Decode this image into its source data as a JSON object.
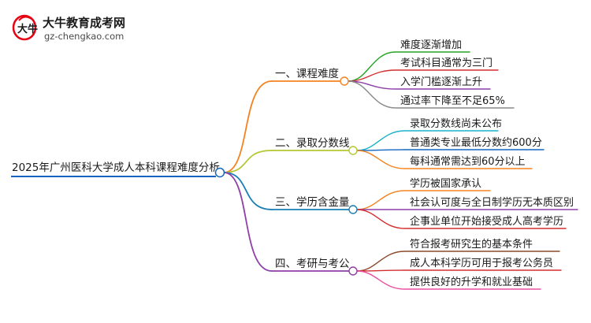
{
  "logo": {
    "site_name": "大牛教育成考网",
    "url": "gz-chengkao.com",
    "badge_text": "大牛",
    "accent": "#e60012"
  },
  "root": {
    "label": "2025年广州医科大学成人本科课程难度分析",
    "color": "#1565c0"
  },
  "branches": [
    {
      "label": "一、课程难度",
      "color": "#f58220",
      "leaves": [
        {
          "label": "难度逐渐增加",
          "color": "#26a426"
        },
        {
          "label": "考试科目通常为三门",
          "color": "#d32f2f"
        },
        {
          "label": "入学门槛逐渐上升",
          "color": "#8e3fa8"
        },
        {
          "label": "通过率下降至不足65%",
          "color": "#8a8a8a"
        }
      ]
    },
    {
      "label": "二、录取分数线",
      "color": "#b5c832",
      "leaves": [
        {
          "label": "录取分数线尚未公布",
          "color": "#1ab3c9"
        },
        {
          "label": "普通类专业最低分数约600分",
          "color": "#1565c0"
        },
        {
          "label": "每科通常需达到60分以上",
          "color": "#f58220"
        }
      ]
    },
    {
      "label": "三、学历含金量",
      "color": "#1a7fb5",
      "leaves": [
        {
          "label": "学历被国家承认",
          "color": "#f58220"
        },
        {
          "label": "社会认可度与全日制学历无本质区别",
          "color": "#8e3fa8"
        },
        {
          "label": "企事业单位开始接受成人高考学历",
          "color": "#d32f2f"
        }
      ]
    },
    {
      "label": "四、考研与考公",
      "color": "#8e3fa8",
      "leaves": [
        {
          "label": "符合报考研究生的基本条件",
          "color": "#8b4a2b"
        },
        {
          "label": "成人本科学历可用于报考公务员",
          "color": "#d32f2f"
        },
        {
          "label": "提供良好的升学和就业基础",
          "color": "#e94fa0"
        }
      ]
    }
  ]
}
